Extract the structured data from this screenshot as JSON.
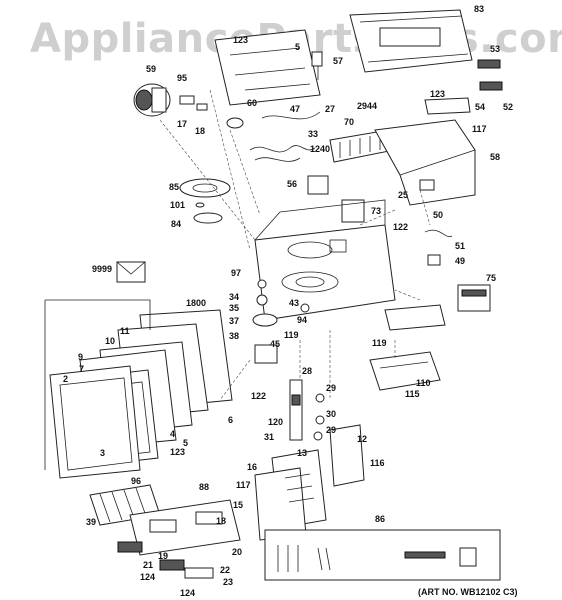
{
  "watermark": "AppliancePartsPros.com",
  "art_number": "(ART NO. WB12102 C3)",
  "callouts": [
    "83",
    "123",
    "5",
    "57",
    "53",
    "52",
    "59",
    "95",
    "17",
    "18",
    "60",
    "47",
    "27",
    "123",
    "54",
    "2944",
    "70",
    "117",
    "33",
    "1240",
    "58",
    "85",
    "101",
    "84",
    "56",
    "25",
    "73",
    "50",
    "122",
    "51",
    "49",
    "75",
    "9999",
    "97",
    "34",
    "35",
    "37",
    "38",
    "43",
    "94",
    "119",
    "45",
    "1800",
    "11",
    "10",
    "9",
    "7",
    "2",
    "122",
    "119",
    "110",
    "115",
    "28",
    "29",
    "120",
    "30",
    "31",
    "29",
    "6",
    "5",
    "4",
    "123",
    "3",
    "12",
    "13",
    "116",
    "16",
    "117",
    "15",
    "96",
    "88",
    "18",
    "39",
    "19",
    "20",
    "21",
    "124",
    "22",
    "23",
    "124",
    "86"
  ]
}
